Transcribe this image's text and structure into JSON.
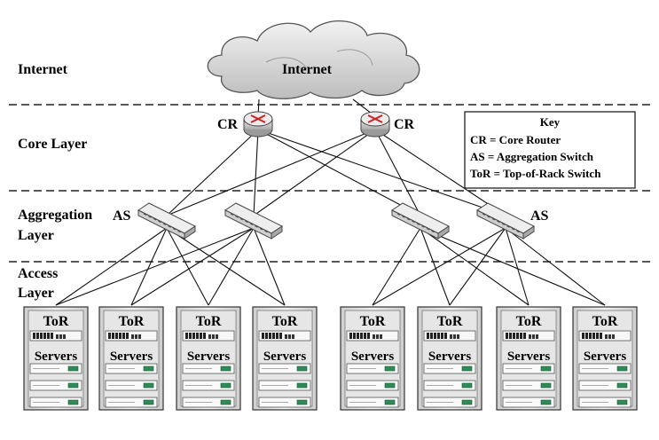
{
  "layers": {
    "internet": "Internet",
    "core_line1": "Core Layer",
    "aggregation_line1": "Aggregation",
    "aggregation_line2": "Layer",
    "access_line1": "Access",
    "access_line2": "Layer"
  },
  "cloud_label": "Internet",
  "core_routers": [
    "CR",
    "CR"
  ],
  "aggregation_labels": [
    "AS",
    "AS"
  ],
  "key": {
    "title": "Key",
    "items": [
      "CR = Core Router",
      "AS = Aggregation Switch",
      "ToR = Top-of-Rack Switch"
    ]
  },
  "racks": [
    {
      "title": "ToR",
      "subtitle": "Servers"
    },
    {
      "title": "ToR",
      "subtitle": "Servers"
    },
    {
      "title": "ToR",
      "subtitle": "Servers"
    },
    {
      "title": "ToR",
      "subtitle": "Servers"
    },
    {
      "title": "ToR",
      "subtitle": "Servers"
    },
    {
      "title": "ToR",
      "subtitle": "Servers"
    },
    {
      "title": "ToR",
      "subtitle": "Servers"
    },
    {
      "title": "ToR",
      "subtitle": "Servers"
    }
  ],
  "colors": {
    "router": "#d8d8d8",
    "router_arrows": "#cc2222",
    "switch": "#cfcfcf",
    "rack_body": "#e6e6e6",
    "server_led": "#2e8b57"
  }
}
